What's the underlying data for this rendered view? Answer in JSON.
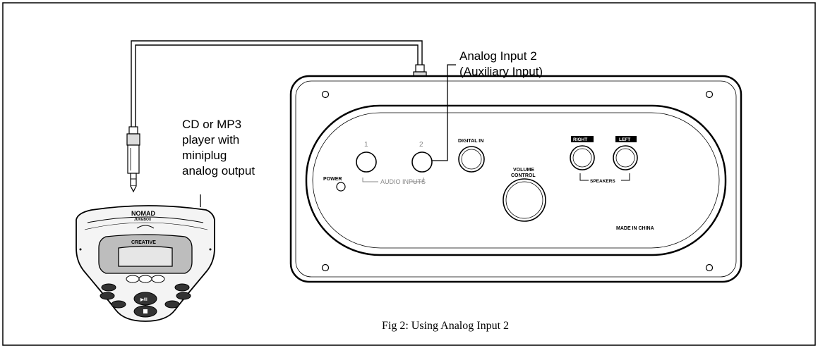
{
  "figure": {
    "caption": "Fig 2: Using Analog Input 2"
  },
  "callouts": {
    "input_label_line1": "Analog Input 2",
    "input_label_line2": "(Auxiliary Input)",
    "player_label_lines": [
      "CD or MP3",
      "player with",
      "miniplug",
      "analog output"
    ]
  },
  "panel": {
    "power": "POWER",
    "audio_input_1": "1",
    "audio_input_2": "2",
    "audio_inputs": "AUDIO INPUTS",
    "digital_in": "DIGITAL IN",
    "volume_line1": "VOLUME",
    "volume_line2": "CONTROL",
    "right": "RIGHT",
    "left": "LEFT",
    "speakers": "SPEAKERS",
    "made_in": "MADE IN CHINA"
  },
  "player": {
    "brand_line1": "NOMAD",
    "brand_line2": "JUKEBOX",
    "maker": "CREATIVE",
    "play_pause": "▶/II"
  }
}
